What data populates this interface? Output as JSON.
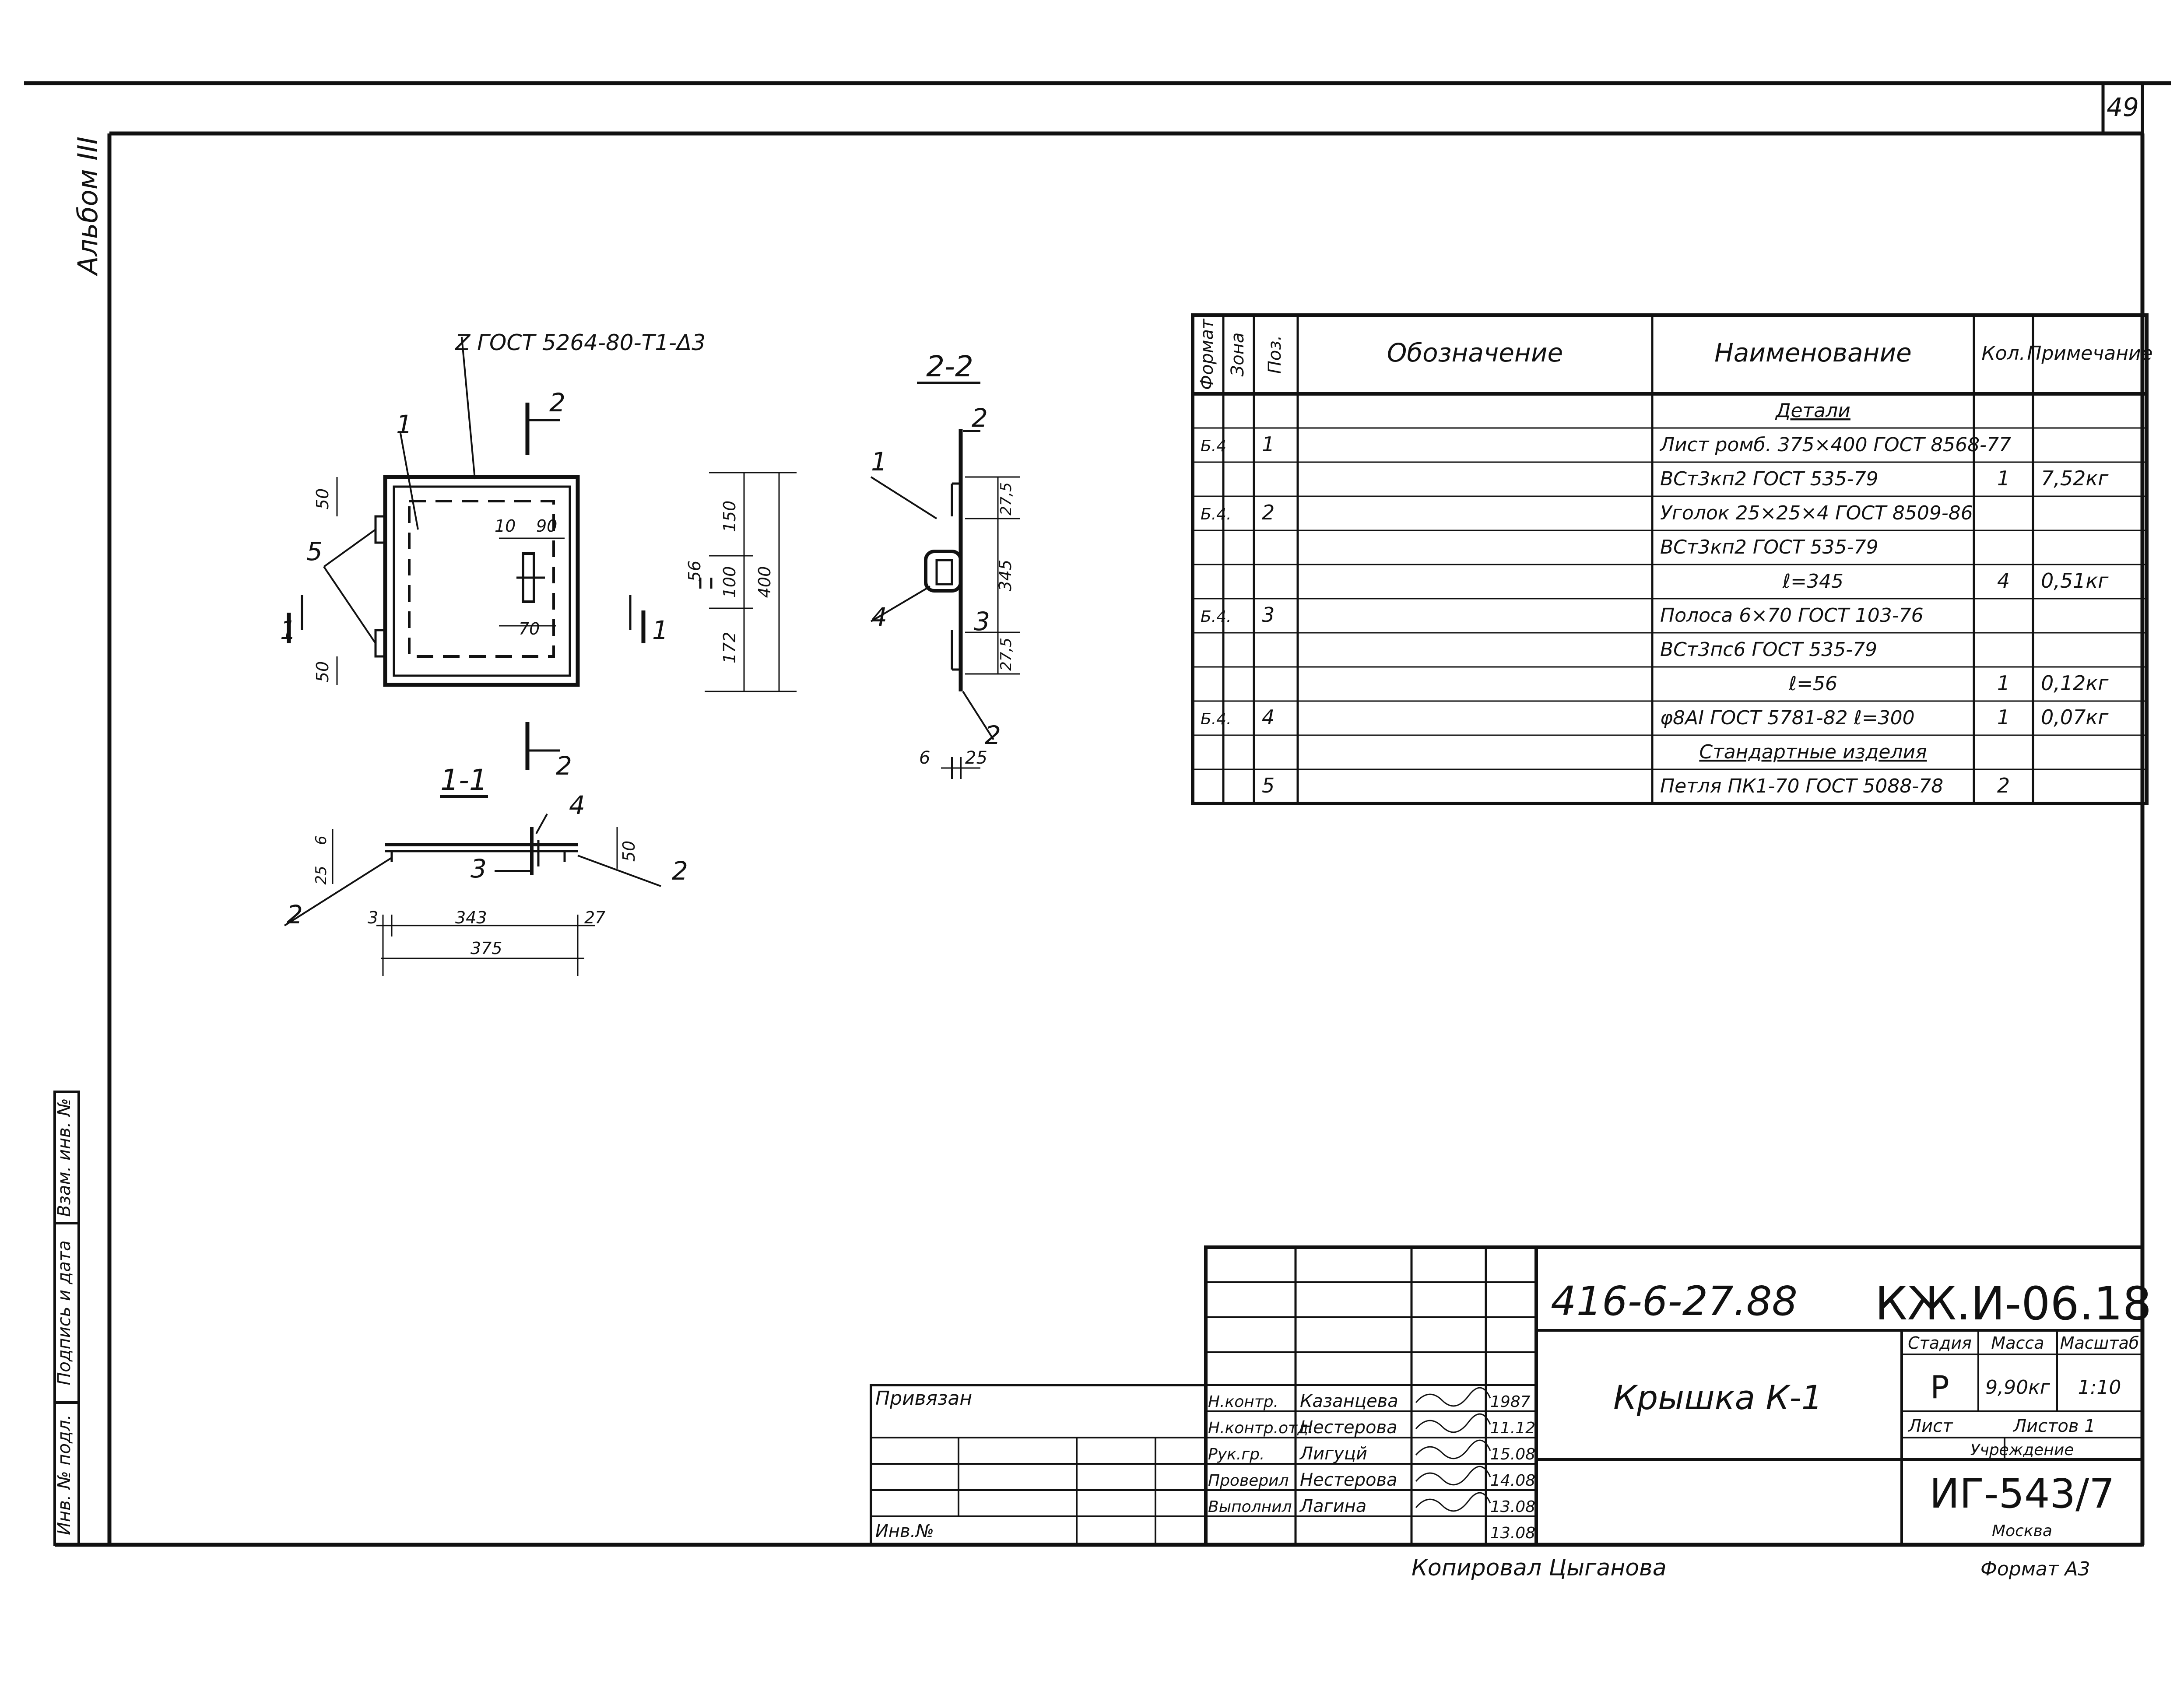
{
  "sheet_number": "49",
  "album": "Альбом III",
  "drawing": {
    "top_callout": "Z ГОСТ 5264-80-Т1-Δ3",
    "section_2_2_label": "2-2",
    "section_1_1_label": "1-1",
    "marks": {
      "cut": "1",
      "cut2": "2",
      "p1": "1",
      "p2": "2",
      "p3": "3",
      "p4": "4",
      "p5": "5"
    },
    "dims": {
      "d50a": "50",
      "d50b": "50",
      "d10": "10",
      "d90": "90",
      "d70": "70",
      "d150": "150",
      "d56": "56",
      "d100": "100",
      "d400": "400",
      "d172": "172",
      "d27_5a": "27,5",
      "d345": "345",
      "d27_5b": "27,5",
      "d6": "6",
      "d25": "25",
      "d6b": "6",
      "d25b": "25",
      "d50c": "50",
      "d3": "3",
      "d343": "343",
      "d27": "27",
      "d375": "375"
    }
  },
  "spec_table": {
    "headers": [
      "Формат",
      "Зона",
      "Поз.",
      "Обозначение",
      "Наименование",
      "Кол.",
      "Примечание"
    ],
    "rows": [
      [
        "",
        "",
        "",
        "",
        "Детали",
        "",
        ""
      ],
      [
        "Б.4",
        "",
        "1",
        "",
        "Лист ромб. 375×400 ГОСТ 8568-77",
        "",
        ""
      ],
      [
        "",
        "",
        "",
        "",
        "ВСт3кп2 ГОСТ 535-79",
        "1",
        "7,52кг"
      ],
      [
        "Б.4.",
        "",
        "2",
        "",
        "Уголок 25×25×4 ГОСТ 8509-86",
        "",
        ""
      ],
      [
        "",
        "",
        "",
        "",
        "ВСт3кп2 ГОСТ 535-79",
        "",
        ""
      ],
      [
        "",
        "",
        "",
        "",
        "ℓ=345",
        "4",
        "0,51кг"
      ],
      [
        "Б.4.",
        "",
        "3",
        "",
        "Полоса 6×70 ГОСТ 103-76",
        "",
        ""
      ],
      [
        "",
        "",
        "",
        "",
        "ВСт3пс6 ГОСТ 535-79",
        "",
        ""
      ],
      [
        "",
        "",
        "",
        "",
        "ℓ=56",
        "1",
        "0,12кг"
      ],
      [
        "Б.4.",
        "",
        "4",
        "",
        "φ8АI ГОСТ 5781-82 ℓ=300",
        "1",
        "0,07кг"
      ],
      [
        "",
        "",
        "",
        "",
        "Стандартные изделия",
        "",
        ""
      ],
      [
        "",
        "",
        "5",
        "",
        "Петля ПК1-70 ГОСТ 5088-78",
        "2",
        ""
      ]
    ]
  },
  "side_stamp": [
    "Инв. № подл.",
    "Подпись и дата",
    "Взам. инв. №"
  ],
  "title_block": {
    "code": "416-6-27.88",
    "mark": "КЖ.И-06.18",
    "name": "Крышка К-1",
    "stage_header": "Стадия",
    "mass_header": "Масса",
    "scale_header": "Масштаб",
    "stage": "Р",
    "mass": "9,90кг",
    "scale": "1:10",
    "sheet_label": "Лист",
    "sheets_label": "Листов 1",
    "org_label": "Учреждение",
    "org": "ИГ-543/7",
    "city": "Москва",
    "applied": "Привязан",
    "inv": "Инв.№",
    "signers": [
      {
        "role": "Н.контр.",
        "name": "Казанцева",
        "date": "1987"
      },
      {
        "role": "Н.контр.отд.",
        "name": "Нестерова",
        "date": "11.12"
      },
      {
        "role": "Рук.гр.",
        "name": "Лигуцй",
        "date": "15.08"
      },
      {
        "role": "Проверил",
        "name": "Нестерова",
        "date": "14.08"
      },
      {
        "role": "Выполнил",
        "name": "Лагина",
        "date": "13.08"
      }
    ],
    "last_date": "13.08"
  },
  "footer": {
    "copied": "Копировал Цыганова",
    "format": "Формат А3"
  }
}
